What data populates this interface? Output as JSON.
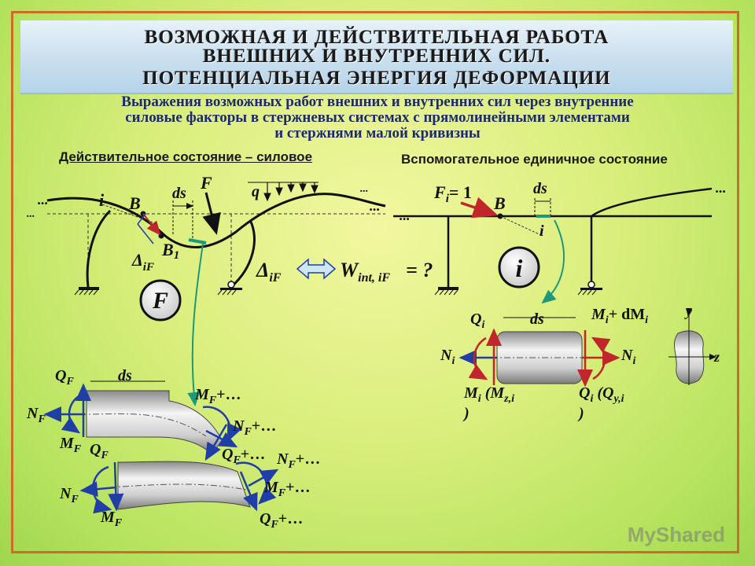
{
  "title": {
    "line1": "ВОЗМОЖНАЯ И ДЕЙСТВИТЕЛЬНАЯ РАБОТА",
    "line2": "ВНЕШНИХ И ВНУТРЕННИХ СИЛ.",
    "line3": "ПОТЕНЦИАЛЬНАЯ ЭНЕРГИЯ ДЕФОРМАЦИИ"
  },
  "subtitle": {
    "line1": "Выражения возможных работ внешних и внутренних сил через внутренние",
    "line2": "силовые факторы в стержневых системах с прямолинейными элементами",
    "line3": "и стержнями малой кривизны"
  },
  "headings": {
    "actual_state": "Действительное состояние – силовое",
    "unit_state": "Вспомогательное единичное состояние"
  },
  "badges": {
    "force_state": "F",
    "unit_state": "i"
  },
  "equation": {
    "delta": "Δ",
    "delta_sub": "iF",
    "work": "W",
    "work_sub": "int, iF",
    "rhs": "= ?"
  },
  "left_frame": {
    "dots": "...",
    "i": "i",
    "B": "B",
    "B1": "B",
    "B1_sub": "1",
    "ds": "ds",
    "F": "F",
    "q": "q",
    "delta": "Δ",
    "delta_sub": "iF"
  },
  "right_frame": {
    "dots": "...",
    "Fi": "F",
    "Fi_sub": "i",
    "Fi_val": "= 1",
    "B": "B",
    "ds": "ds",
    "i": "i"
  },
  "element_unit": {
    "Qi": "Q",
    "Qi_sub": "i",
    "ds": "ds",
    "Mi_dMi": "M",
    "Mi_sub": "i",
    "plus_dM": "+ dM",
    "dM_sub": "i",
    "Ni_left": "N",
    "Ni_right": "N",
    "N_sub": "i",
    "Mi_note": "M",
    "Mi_note_open": "(M",
    "Mi_note_sub": "z,i",
    "close": ")",
    "Qi_note": "Q",
    "Qi_note_open": "(Q",
    "Qi_note_sub": "y,i",
    "axis_y": "y",
    "axis_z": "z"
  },
  "element_force": {
    "Q": "Q",
    "N": "N",
    "M": "M",
    "F_sub": "F",
    "ds": "ds",
    "plus": "+…"
  },
  "colors": {
    "frame_border": "#d06a2a",
    "arrow_red": "#c0262c",
    "arrow_blue": "#1f3fa6",
    "curve_green": "#1a9a7a"
  },
  "watermark": "MyShared"
}
